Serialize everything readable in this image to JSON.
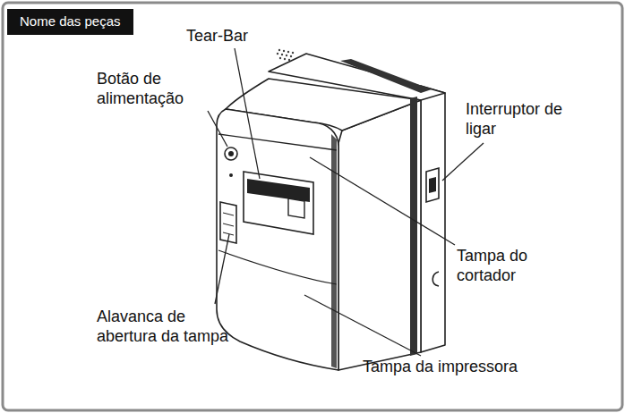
{
  "diagram": {
    "title": "Nome das peças",
    "labels": [
      "Tear-Bar",
      "Botão de alimentação",
      "Interruptor de ligar",
      "Tampa do cortador",
      "Alavanca de abertura da tampa",
      "Tampa da impressora"
    ]
  }
}
